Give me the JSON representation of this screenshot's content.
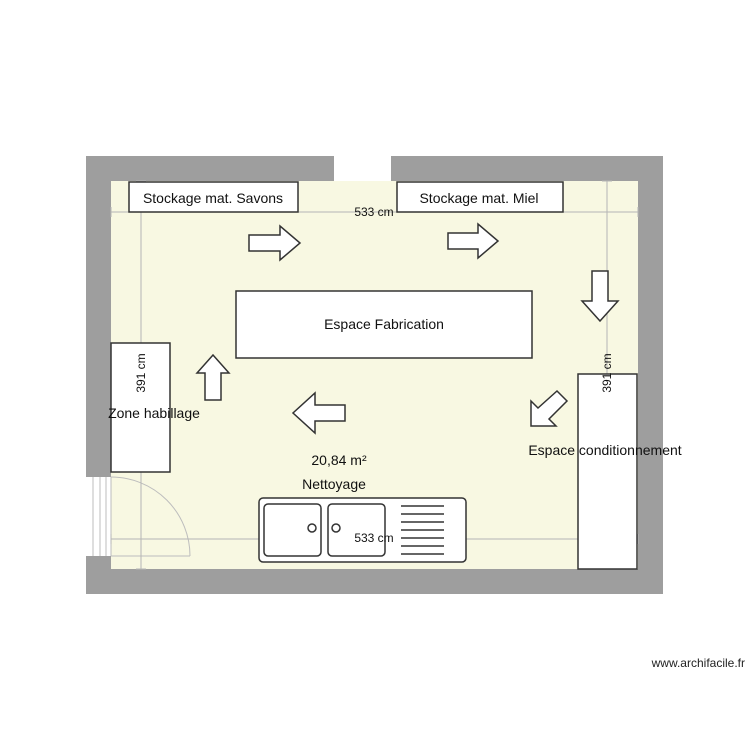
{
  "plan": {
    "area": "20,84 m²",
    "areaLabel": "Nettoyage",
    "dimensions": {
      "topWidth": "533 cm",
      "bottomWidth": "533 cm",
      "leftHeight": "391 cm",
      "rightHeight": "391 cm"
    },
    "furniture": {
      "storageSoap": "Stockage mat. Savons",
      "storageHoney": "Stockage mat. Miel",
      "fabrication": "Espace Fabrication",
      "dressing": "Zone habillage",
      "packaging": "Espace conditionnement"
    }
  },
  "colors": {
    "wall": "#9e9e9e",
    "floor": "#f8f8e2",
    "dimLine": "#b5b5b5"
  },
  "credit": "www.archifacile.fr"
}
